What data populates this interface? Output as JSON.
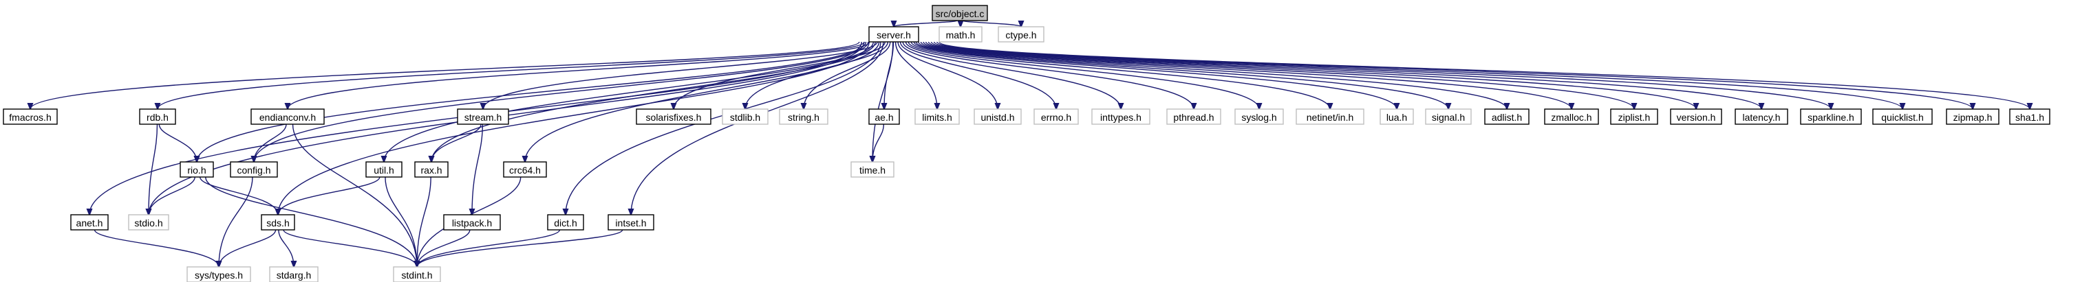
{
  "colors": {
    "edge": "#191970",
    "node_border": "#000000",
    "node_border_missing": "#bfbfbf",
    "node_fill": "#ffffff",
    "root_fill": "#bfbfbf",
    "text": "#000000"
  },
  "nodes": [
    {
      "id": "object_c",
      "label": "src/object.c",
      "style": "root"
    },
    {
      "id": "server_h",
      "label": "server.h",
      "style": "normal"
    },
    {
      "id": "math_h",
      "label": "math.h",
      "style": "missing"
    },
    {
      "id": "ctype_h",
      "label": "ctype.h",
      "style": "missing"
    },
    {
      "id": "fmacros_h",
      "label": "fmacros.h",
      "style": "normal"
    },
    {
      "id": "rdb_h",
      "label": "rdb.h",
      "style": "normal"
    },
    {
      "id": "endianconv_h",
      "label": "endianconv.h",
      "style": "normal"
    },
    {
      "id": "stream_h",
      "label": "stream.h",
      "style": "normal"
    },
    {
      "id": "solarisfixes_h",
      "label": "solarisfixes.h",
      "style": "normal"
    },
    {
      "id": "stdlib_h",
      "label": "stdlib.h",
      "style": "missing"
    },
    {
      "id": "string_h",
      "label": "string.h",
      "style": "missing"
    },
    {
      "id": "ae_h",
      "label": "ae.h",
      "style": "normal"
    },
    {
      "id": "limits_h",
      "label": "limits.h",
      "style": "missing"
    },
    {
      "id": "unistd_h",
      "label": "unistd.h",
      "style": "missing"
    },
    {
      "id": "errno_h",
      "label": "errno.h",
      "style": "missing"
    },
    {
      "id": "inttypes_h",
      "label": "inttypes.h",
      "style": "missing"
    },
    {
      "id": "pthread_h",
      "label": "pthread.h",
      "style": "missing"
    },
    {
      "id": "syslog_h",
      "label": "syslog.h",
      "style": "missing"
    },
    {
      "id": "netinet_in_h",
      "label": "netinet/in.h",
      "style": "missing"
    },
    {
      "id": "lua_h",
      "label": "lua.h",
      "style": "missing"
    },
    {
      "id": "signal_h",
      "label": "signal.h",
      "style": "missing"
    },
    {
      "id": "adlist_h",
      "label": "adlist.h",
      "style": "normal"
    },
    {
      "id": "zmalloc_h",
      "label": "zmalloc.h",
      "style": "normal"
    },
    {
      "id": "ziplist_h",
      "label": "ziplist.h",
      "style": "normal"
    },
    {
      "id": "version_h",
      "label": "version.h",
      "style": "normal"
    },
    {
      "id": "latency_h",
      "label": "latency.h",
      "style": "normal"
    },
    {
      "id": "sparkline_h",
      "label": "sparkline.h",
      "style": "normal"
    },
    {
      "id": "quicklist_h",
      "label": "quicklist.h",
      "style": "normal"
    },
    {
      "id": "zipmap_h",
      "label": "zipmap.h",
      "style": "normal"
    },
    {
      "id": "sha1_h",
      "label": "sha1.h",
      "style": "normal"
    },
    {
      "id": "rio_h",
      "label": "rio.h",
      "style": "normal"
    },
    {
      "id": "config_h",
      "label": "config.h",
      "style": "normal"
    },
    {
      "id": "util_h",
      "label": "util.h",
      "style": "normal"
    },
    {
      "id": "rax_h",
      "label": "rax.h",
      "style": "normal"
    },
    {
      "id": "crc64_h",
      "label": "crc64.h",
      "style": "normal"
    },
    {
      "id": "time_h",
      "label": "time.h",
      "style": "missing"
    },
    {
      "id": "anet_h",
      "label": "anet.h",
      "style": "normal"
    },
    {
      "id": "stdio_h",
      "label": "stdio.h",
      "style": "missing"
    },
    {
      "id": "sds_h",
      "label": "sds.h",
      "style": "normal"
    },
    {
      "id": "listpack_h",
      "label": "listpack.h",
      "style": "normal"
    },
    {
      "id": "dict_h",
      "label": "dict.h",
      "style": "normal"
    },
    {
      "id": "intset_h",
      "label": "intset.h",
      "style": "normal"
    },
    {
      "id": "sys_types_h",
      "label": "sys/types.h",
      "style": "missing"
    },
    {
      "id": "stdarg_h",
      "label": "stdarg.h",
      "style": "missing"
    },
    {
      "id": "stdint_h",
      "label": "stdint.h",
      "style": "missing"
    }
  ],
  "edges": [
    [
      "object_c",
      "server_h"
    ],
    [
      "object_c",
      "math_h"
    ],
    [
      "object_c",
      "ctype_h"
    ],
    [
      "server_h",
      "fmacros_h"
    ],
    [
      "server_h",
      "rdb_h"
    ],
    [
      "server_h",
      "endianconv_h"
    ],
    [
      "server_h",
      "stream_h"
    ],
    [
      "server_h",
      "solarisfixes_h"
    ],
    [
      "server_h",
      "stdlib_h"
    ],
    [
      "server_h",
      "string_h"
    ],
    [
      "server_h",
      "ae_h"
    ],
    [
      "server_h",
      "limits_h"
    ],
    [
      "server_h",
      "unistd_h"
    ],
    [
      "server_h",
      "errno_h"
    ],
    [
      "server_h",
      "inttypes_h"
    ],
    [
      "server_h",
      "pthread_h"
    ],
    [
      "server_h",
      "syslog_h"
    ],
    [
      "server_h",
      "netinet_in_h"
    ],
    [
      "server_h",
      "lua_h"
    ],
    [
      "server_h",
      "signal_h"
    ],
    [
      "server_h",
      "adlist_h"
    ],
    [
      "server_h",
      "zmalloc_h"
    ],
    [
      "server_h",
      "ziplist_h"
    ],
    [
      "server_h",
      "version_h"
    ],
    [
      "server_h",
      "latency_h"
    ],
    [
      "server_h",
      "sparkline_h"
    ],
    [
      "server_h",
      "quicklist_h"
    ],
    [
      "server_h",
      "zipmap_h"
    ],
    [
      "server_h",
      "sha1_h"
    ],
    [
      "server_h",
      "rio_h"
    ],
    [
      "server_h",
      "config_h"
    ],
    [
      "server_h",
      "util_h"
    ],
    [
      "server_h",
      "rax_h"
    ],
    [
      "server_h",
      "crc64_h"
    ],
    [
      "server_h",
      "time_h"
    ],
    [
      "server_h",
      "anet_h"
    ],
    [
      "server_h",
      "stdio_h"
    ],
    [
      "server_h",
      "sds_h"
    ],
    [
      "server_h",
      "dict_h"
    ],
    [
      "server_h",
      "intset_h"
    ],
    [
      "rdb_h",
      "rio_h"
    ],
    [
      "rdb_h",
      "stdio_h"
    ],
    [
      "endianconv_h",
      "config_h"
    ],
    [
      "endianconv_h",
      "stdint_h"
    ],
    [
      "stream_h",
      "rax_h"
    ],
    [
      "stream_h",
      "listpack_h"
    ],
    [
      "ae_h",
      "time_h"
    ],
    [
      "rio_h",
      "stdio_h"
    ],
    [
      "rio_h",
      "sds_h"
    ],
    [
      "rio_h",
      "stdint_h"
    ],
    [
      "config_h",
      "sys_types_h"
    ],
    [
      "util_h",
      "sds_h"
    ],
    [
      "util_h",
      "stdint_h"
    ],
    [
      "rax_h",
      "stdint_h"
    ],
    [
      "crc64_h",
      "stdint_h"
    ],
    [
      "anet_h",
      "sys_types_h"
    ],
    [
      "sds_h",
      "sys_types_h"
    ],
    [
      "sds_h",
      "stdarg_h"
    ],
    [
      "sds_h",
      "stdint_h"
    ],
    [
      "listpack_h",
      "stdint_h"
    ],
    [
      "dict_h",
      "stdint_h"
    ],
    [
      "intset_h",
      "stdint_h"
    ]
  ]
}
